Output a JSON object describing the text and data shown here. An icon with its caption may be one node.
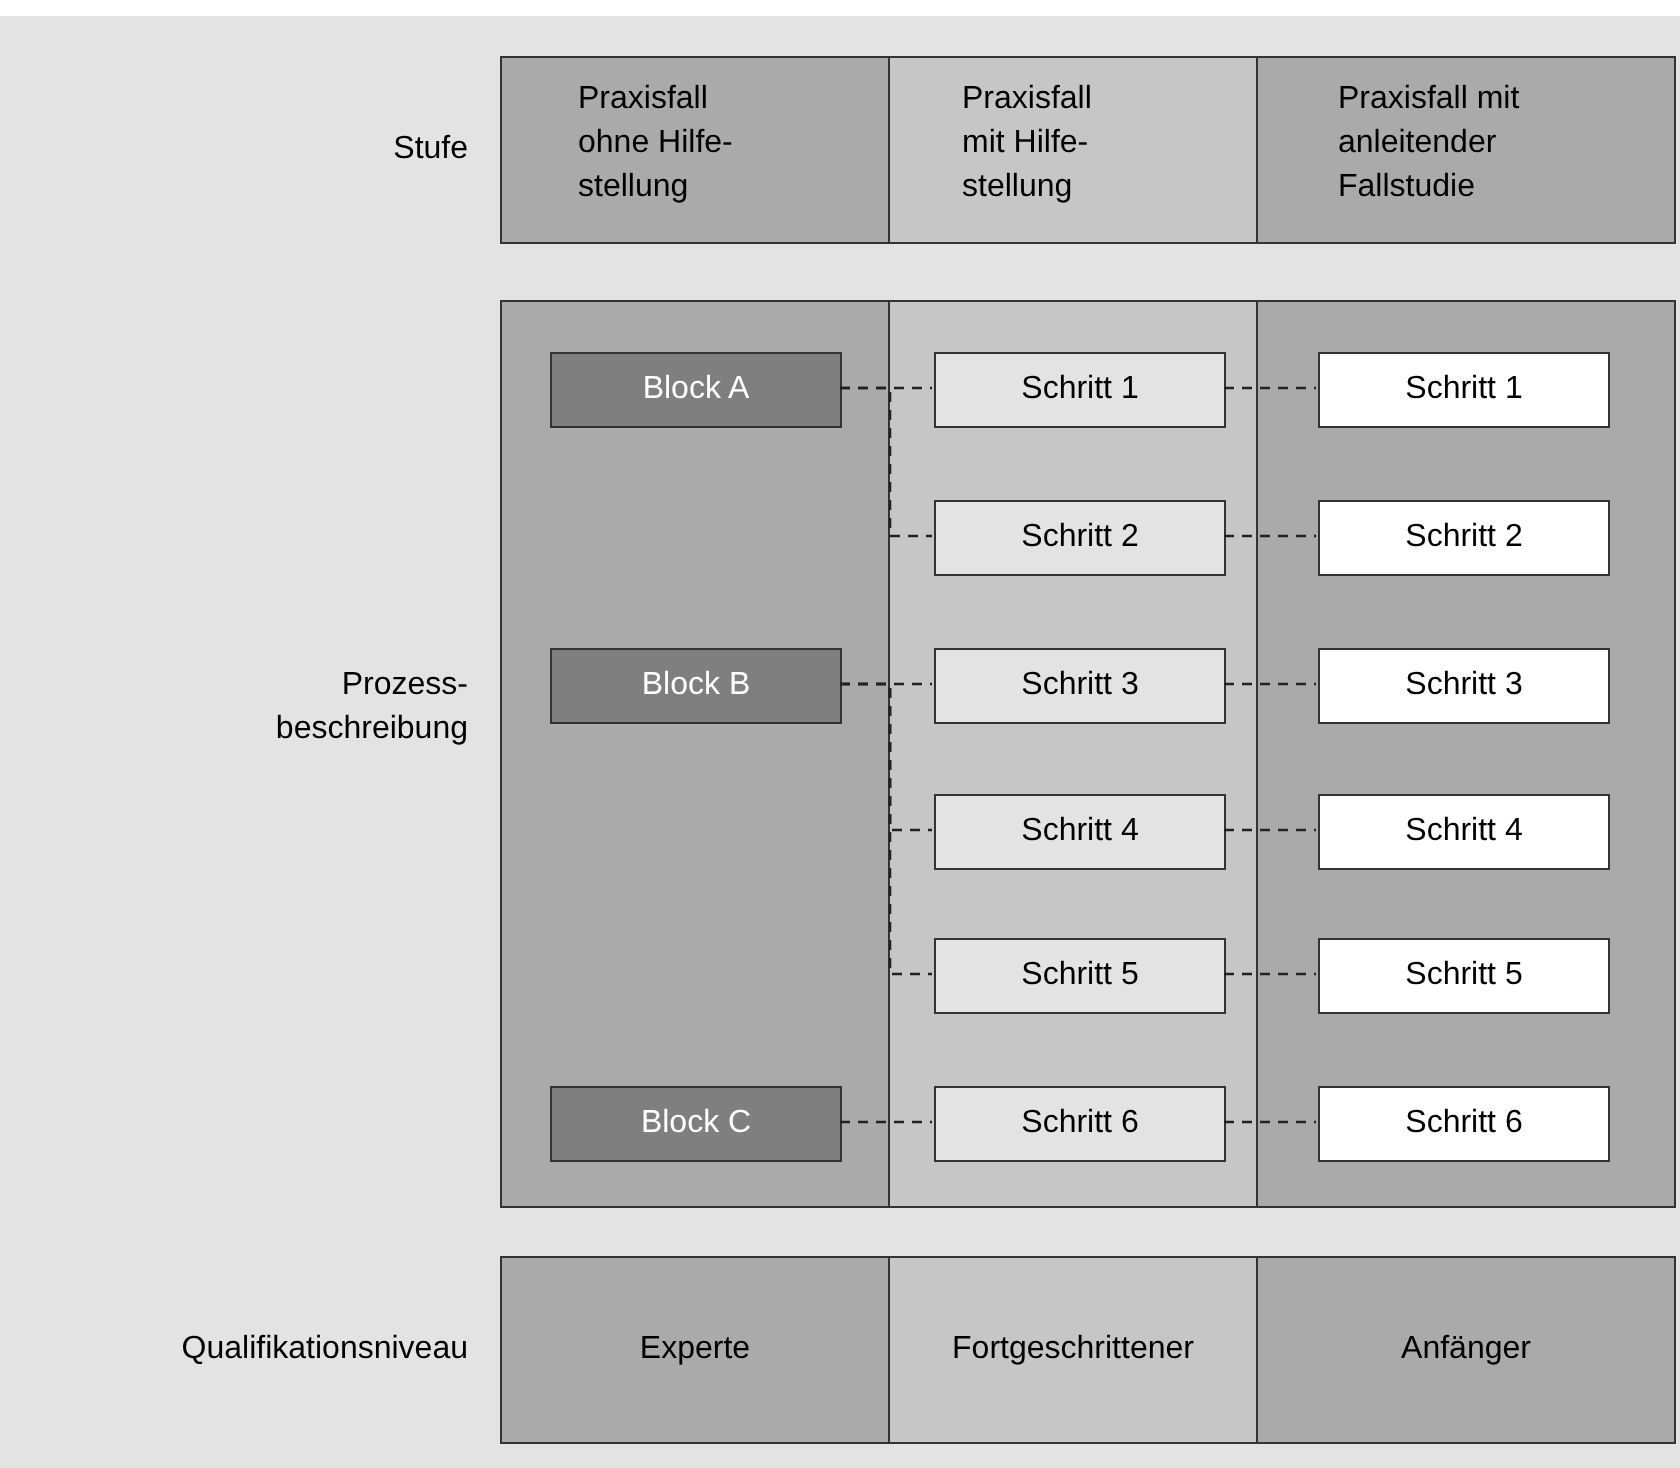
{
  "diagram": {
    "nodes": [
      {
        "text": [
          "Praxisfall ohne Hilfe- stellung"
        ]
      },
      {
        "text": [
          "Praxisfall mit Hilfe- stellung"
        ]
      },
      {
        "text": [
          "Praxisfall mit anleitender Fallstudie"
        ]
      },
      {
        "text": [],
        "shape": "box"
      },
      {
        "text": [
          "Block A"
        ],
        "in": 3
      },
      {
        "text": [
          "Block B"
        ],
        "in": 3
      },
      {
        "text": [
          "Block C"
        ],
        "in": 3
      },
      {
        "text": [],
        "shape": "box"
      },
      {
        "text": [
          "Schritt 1"
        ],
        "in": 7
      },
      {
        "text": [
          "Schritt 2"
        ],
        "in": 7
      },
      {
        "text": [
          "Schritt 3"
        ],
        "in": 7
      },
      {
        "text": [
          "Schritt 4"
        ],
        "in": 7
      },
      {
        "text": [
          "Schritt 5"
        ],
        "in": 7
      },
      {
        "text": [
          "Schritt 6"
        ],
        "in": 7
      },
      {
        "text": [],
        "shape": "box"
      },
      {
        "text": [
          "Schritt 1"
        ],
        "in": 14
      },
      {
        "text": [
          "Schritt 2"
        ],
        "in": 14
      },
      {
        "text": [
          "Schritt 3"
        ],
        "in": 14
      },
      {
        "text": [
          "Schritt 4"
        ],
        "in": 14
      },
      {
        "text": [
          "Schritt 5"
        ],
        "in": 14
      },
      {
        "text": [
          "Schritt 6"
        ],
        "in": 14
      },
      {
        "text": [
          "Experte"
        ]
      },
      {
        "text": [
          "Fortgeschrittener"
        ]
      },
      {
        "text": [
          "Anfänger"
        ]
      }
    ],
    "edges": [
      {
        "from": 4,
        "to": 8,
        "arrow": "none",
        "style": "dashed"
      },
      {
        "from": 4,
        "to": 9,
        "arrow": "none",
        "style": "dashed"
      },
      {
        "from": 5,
        "to": 10,
        "arrow": "none",
        "style": "dashed"
      },
      {
        "from": 5,
        "to": 11,
        "arrow": "none",
        "style": "dashed"
      },
      {
        "from": 5,
        "to": 12,
        "arrow": "none",
        "style": "dashed"
      },
      {
        "from": 6,
        "to": 13,
        "arrow": "none",
        "style": "dashed"
      },
      {
        "from": 8,
        "to": 15,
        "arrow": "none",
        "style": "dashed"
      },
      {
        "from": 9,
        "to": 16,
        "arrow": "none",
        "style": "dashed"
      },
      {
        "from": 10,
        "to": 17,
        "arrow": "none",
        "style": "dashed"
      },
      {
        "from": 11,
        "to": 18,
        "arrow": "none",
        "style": "dashed"
      },
      {
        "from": 12,
        "to": 19,
        "arrow": "none",
        "style": "dashed"
      },
      {
        "from": 13,
        "to": 20,
        "arrow": "none",
        "style": "dashed"
      }
    ],
    "labels": [
      "Stufe",
      "Prozess- beschreibung",
      "Qualifikationsniveau"
    ]
  }
}
